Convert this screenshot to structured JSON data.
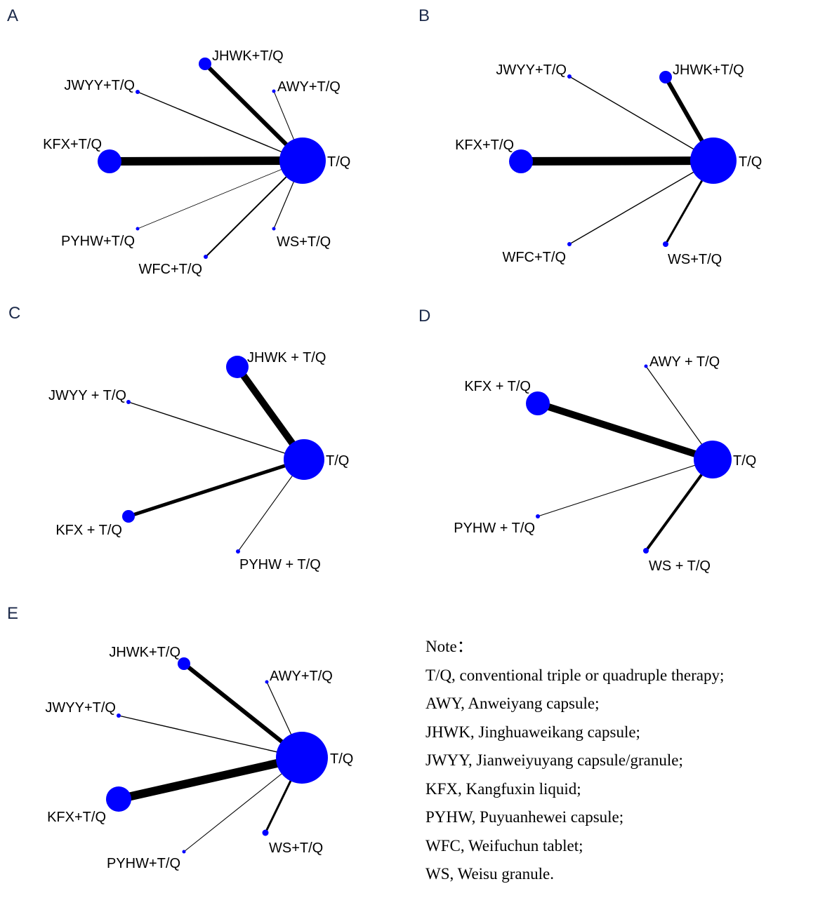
{
  "colors": {
    "node": "#0000ff",
    "edge": "#000000",
    "panel_label": "#1c2a4a"
  },
  "panels": [
    {
      "label": "A",
      "nodes": [
        {
          "id": "TQ",
          "label": "T/Q"
        },
        {
          "id": "JHWK",
          "label": "JHWK+T/Q"
        },
        {
          "id": "AWY",
          "label": "AWY+T/Q"
        },
        {
          "id": "JWYY",
          "label": "JWYY+T/Q"
        },
        {
          "id": "KFX",
          "label": "KFX+T/Q"
        },
        {
          "id": "PYHW",
          "label": "PYHW+T/Q"
        },
        {
          "id": "WFC",
          "label": "WFC+T/Q"
        },
        {
          "id": "WS",
          "label": "WS+T/Q"
        }
      ],
      "edges": [
        {
          "from": "TQ",
          "to": "KFX"
        },
        {
          "from": "TQ",
          "to": "JHWK"
        },
        {
          "from": "TQ",
          "to": "JWYY"
        },
        {
          "from": "TQ",
          "to": "AWY"
        },
        {
          "from": "TQ",
          "to": "PYHW"
        },
        {
          "from": "TQ",
          "to": "WFC"
        },
        {
          "from": "TQ",
          "to": "WS"
        }
      ]
    },
    {
      "label": "B",
      "nodes": [
        {
          "id": "TQ",
          "label": "T/Q"
        },
        {
          "id": "JWYY",
          "label": "JWYY+T/Q"
        },
        {
          "id": "JHWK",
          "label": "JHWK+T/Q"
        },
        {
          "id": "KFX",
          "label": "KFX+T/Q"
        },
        {
          "id": "WFC",
          "label": "WFC+T/Q"
        },
        {
          "id": "WS",
          "label": "WS+T/Q"
        }
      ],
      "edges": [
        {
          "from": "TQ",
          "to": "KFX"
        },
        {
          "from": "TQ",
          "to": "JHWK"
        },
        {
          "from": "TQ",
          "to": "JWYY"
        },
        {
          "from": "TQ",
          "to": "WFC"
        },
        {
          "from": "TQ",
          "to": "WS"
        }
      ]
    },
    {
      "label": "C",
      "nodes": [
        {
          "id": "TQ",
          "label": "T/Q"
        },
        {
          "id": "JHWK",
          "label": "JHWK + T/Q"
        },
        {
          "id": "JWYY",
          "label": "JWYY + T/Q"
        },
        {
          "id": "KFX",
          "label": "KFX + T/Q"
        },
        {
          "id": "PYHW",
          "label": "PYHW + T/Q"
        }
      ],
      "edges": [
        {
          "from": "TQ",
          "to": "JHWK"
        },
        {
          "from": "TQ",
          "to": "KFX"
        },
        {
          "from": "TQ",
          "to": "JWYY"
        },
        {
          "from": "TQ",
          "to": "PYHW"
        }
      ]
    },
    {
      "label": "D",
      "nodes": [
        {
          "id": "TQ",
          "label": "T/Q"
        },
        {
          "id": "AWY",
          "label": "AWY + T/Q"
        },
        {
          "id": "KFX",
          "label": "KFX + T/Q"
        },
        {
          "id": "PYHW",
          "label": "PYHW + T/Q"
        },
        {
          "id": "WS",
          "label": "WS + T/Q"
        }
      ],
      "edges": [
        {
          "from": "TQ",
          "to": "KFX"
        },
        {
          "from": "TQ",
          "to": "WS"
        },
        {
          "from": "TQ",
          "to": "AWY"
        },
        {
          "from": "TQ",
          "to": "PYHW"
        }
      ]
    },
    {
      "label": "E",
      "nodes": [
        {
          "id": "TQ",
          "label": "T/Q"
        },
        {
          "id": "JHWK",
          "label": "JHWK+T/Q"
        },
        {
          "id": "AWY",
          "label": "AWY+T/Q"
        },
        {
          "id": "JWYY",
          "label": "JWYY+T/Q"
        },
        {
          "id": "KFX",
          "label": "KFX+T/Q"
        },
        {
          "id": "PYHW",
          "label": "PYHW+T/Q"
        },
        {
          "id": "WS",
          "label": "WS+T/Q"
        }
      ],
      "edges": [
        {
          "from": "TQ",
          "to": "KFX"
        },
        {
          "from": "TQ",
          "to": "JHWK"
        },
        {
          "from": "TQ",
          "to": "WS"
        },
        {
          "from": "TQ",
          "to": "JWYY"
        },
        {
          "from": "TQ",
          "to": "AWY"
        },
        {
          "from": "TQ",
          "to": "PYHW"
        }
      ]
    }
  ],
  "note": {
    "title": "Note：",
    "lines": [
      "T/Q, conventional triple or quadruple therapy;",
      "AWY, Anweiyang capsule;",
      "JHWK, Jinghuaweikang capsule;",
      "JWYY, Jianweiyuyang capsule/granule;",
      "KFX, Kangfuxin liquid;",
      "PYHW, Puyuanhewei capsule;",
      "WFC, Weifuchun tablet;",
      "WS, Weisu granule."
    ]
  }
}
